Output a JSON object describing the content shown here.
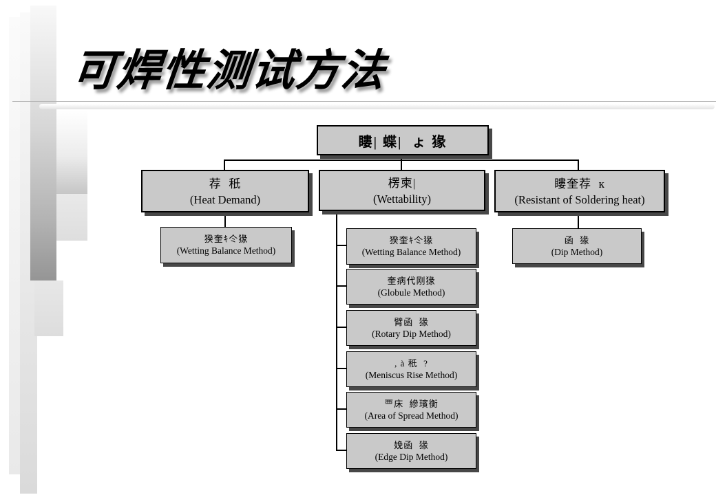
{
  "slide": {
    "title": "可焊性测试方法"
  },
  "colors": {
    "box_fill": "#c9c9c9",
    "box_border": "#000000",
    "box_shadow": "#474747",
    "connector": "#000000",
    "rule": "#b3b3b3"
  },
  "tree": {
    "root": {
      "zh": "瞜| 蝶|  ょ 猭"
    },
    "branches": [
      {
        "zh": "荐  秖",
        "en": "(Heat Demand)",
        "children": [
          {
            "zh": "猤奎ｷ仒猭",
            "en": "(Wetting Balance Method)"
          }
        ]
      },
      {
        "zh": "楞柬|",
        "en": "(Wettability)",
        "children": [
          {
            "zh": "猤奎ｷ仒猭",
            "en": "(Wetting Balance Method)"
          },
          {
            "zh": "奎病代刚猭",
            "en": "(Globule Method)"
          },
          {
            "zh": "臂函  猭",
            "en": "(Rotary Dip Method)"
          },
          {
            "zh": ", à 秖  ?",
            "en": "(Meniscus Rise Method)"
          },
          {
            "zh": "覀床  縿璸衡",
            "en": "(Area of Spread Method)"
          },
          {
            "zh": "娩函  猭",
            "en": "(Edge Dip Method)"
          }
        ]
      },
      {
        "zh": "瞜奎荐  к",
        "en": "(Resistant of Soldering heat)",
        "children": [
          {
            "zh": "函  猭",
            "en": "(Dip Method)"
          }
        ]
      }
    ]
  }
}
